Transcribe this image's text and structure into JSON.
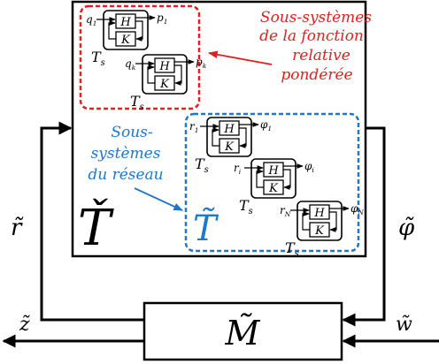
{
  "colors": {
    "red": "#e02020",
    "blue": "#1f78c8",
    "black": "#000000"
  },
  "labels": {
    "weighted_title": [
      "Sous-systèmes",
      "de la fonction",
      "relative",
      "pondérée"
    ],
    "network_title": [
      "Sous-",
      "systèmes",
      "du réseau"
    ],
    "T_check": "Ť",
    "T_tilde": "T̃",
    "M_tilde": "M̃",
    "r_tilde": "r̃",
    "phi_tilde": "φ̃",
    "z_tilde": "z̃",
    "w_tilde": "w̃"
  },
  "block": {
    "H": "H",
    "K": "K",
    "Ts": "T",
    "Ts_sub": "s"
  },
  "weighted_blocks": [
    {
      "in": "q",
      "in_sub": "1",
      "out": "p",
      "out_sub": "1"
    },
    {
      "in": "q",
      "in_sub": "k",
      "out": "p",
      "out_sub": "k"
    }
  ],
  "network_blocks": [
    {
      "in": "r",
      "in_sub": "1",
      "out": "φ",
      "out_sub": "1"
    },
    {
      "in": "r",
      "in_sub": "i",
      "out": "φ",
      "out_sub": "i"
    },
    {
      "in": "r",
      "in_sub": "N",
      "out": "φ",
      "out_sub": "N"
    }
  ]
}
